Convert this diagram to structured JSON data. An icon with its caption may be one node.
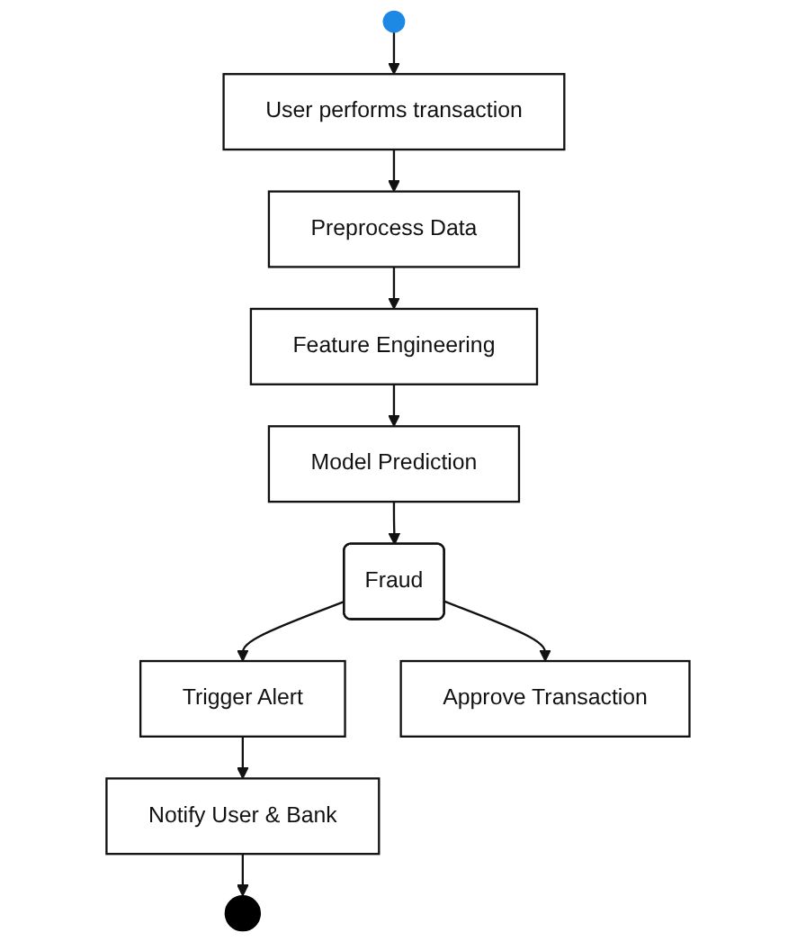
{
  "diagram": {
    "nodes": [
      {
        "text": [],
        "shape": "circle"
      },
      {
        "text": [
          "User performs transaction"
        ]
      },
      {
        "text": [
          "Preprocess Data"
        ]
      },
      {
        "text": [
          "Feature Engineering"
        ]
      },
      {
        "text": [
          "Model Prediction"
        ]
      },
      {
        "text": [
          "Fraud"
        ]
      },
      {
        "text": [
          "Trigger Alert"
        ]
      },
      {
        "text": [
          "Approve Transaction"
        ]
      },
      {
        "text": [
          "Notify User & Bank"
        ]
      },
      {
        "text": [],
        "shape": "circle"
      }
    ],
    "edges": [
      {
        "from": 0,
        "to": 1,
        "arrow": "to"
      },
      {
        "from": 1,
        "to": 2,
        "arrow": "to"
      },
      {
        "from": 2,
        "to": 3,
        "arrow": "to"
      },
      {
        "from": 3,
        "to": 4,
        "arrow": "to"
      },
      {
        "from": 4,
        "to": 5,
        "arrow": "to"
      },
      {
        "from": 5,
        "to": 6,
        "arrow": "to"
      },
      {
        "from": 5,
        "to": 7,
        "arrow": "to"
      },
      {
        "from": 6,
        "to": 8,
        "arrow": "to"
      },
      {
        "from": 8,
        "to": 9,
        "arrow": "to"
      }
    ]
  }
}
